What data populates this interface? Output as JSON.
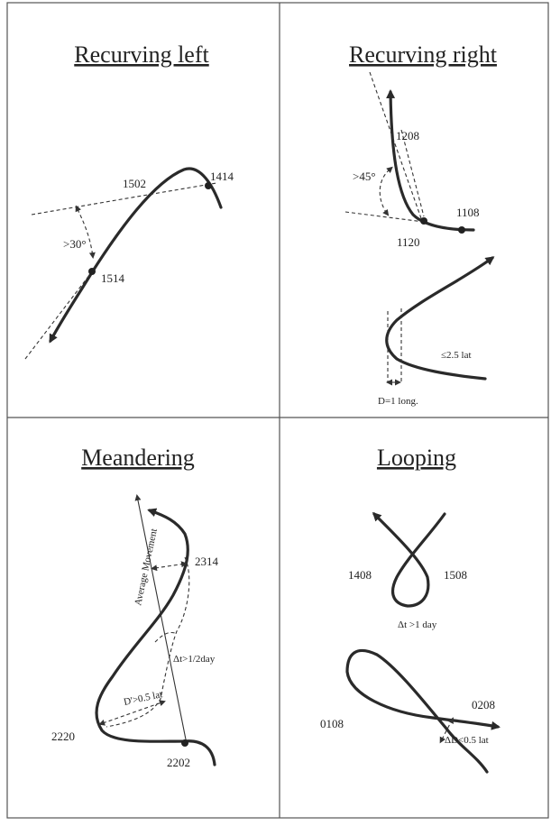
{
  "panels": {
    "recurving_left": {
      "title": "Recurving left",
      "labels": {
        "t1502": "1502",
        "t1414": "1414",
        "t1514": "1514",
        "angle": ">30°"
      }
    },
    "recurving_right": {
      "title": "Recurving right",
      "labels": {
        "t1208": "1208",
        "t1108": "1108",
        "t1120": "1120",
        "angle": ">45°",
        "lat": "≤2.5 lat",
        "dlong": "D=1 long."
      }
    },
    "meandering": {
      "title": "Meandering",
      "labels": {
        "avg": "Average Movement",
        "t2314": "2314",
        "dt": "Δt>1/2day",
        "dlat": "D'>0.5 lat",
        "t2220": "2220",
        "t2202": "2202"
      }
    },
    "looping": {
      "title": "Looping",
      "labels": {
        "t1408": "1408",
        "t1508": "1508",
        "dt": "Δt >1 day",
        "t0108": "0108",
        "t0208": "0208",
        "dd": "ΔD<0.5 lat"
      }
    }
  }
}
